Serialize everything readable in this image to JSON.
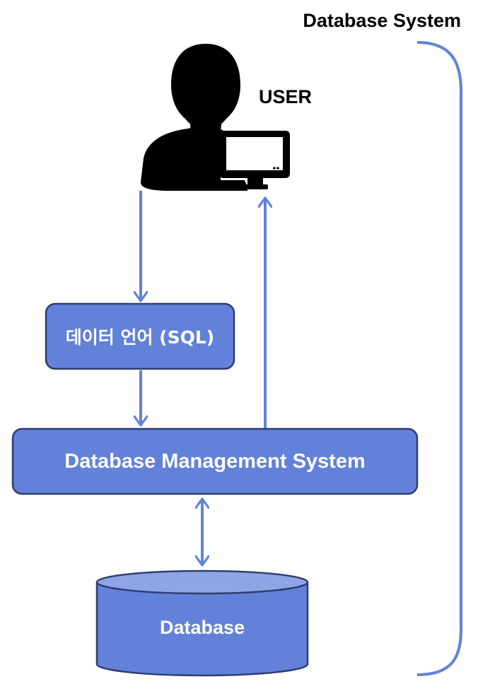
{
  "diagram": {
    "title": "Database System",
    "user": {
      "label": "USER",
      "icon": "user-with-monitor-icon"
    },
    "data_language": {
      "label": "데이터 언어 (SQL)"
    },
    "dbms": {
      "label": "Database Management System"
    },
    "database": {
      "label": "Database"
    },
    "colors": {
      "box_fill": "#6281d8",
      "box_stroke": "#2f3d72",
      "cylinder_top": "#8ea4e5",
      "arrow": "#6281d8",
      "bracket": "#6281d8",
      "icon": "#000000",
      "text_dark": "#000000",
      "text_light": "#ffffff"
    }
  }
}
